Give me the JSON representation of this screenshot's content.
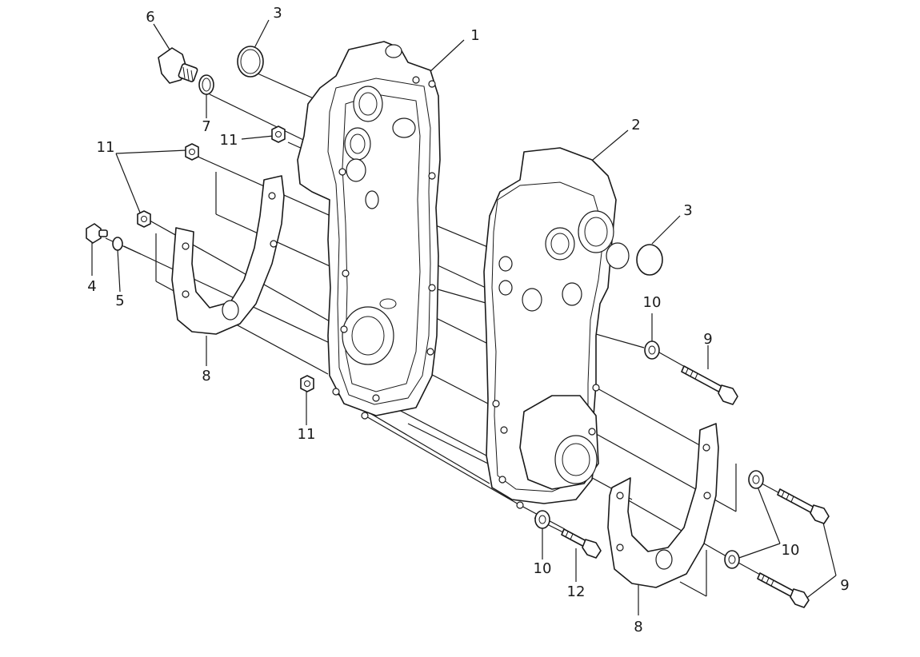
{
  "labels": {
    "l1": "1",
    "l2": "2",
    "l3a": "3",
    "l3b": "3",
    "l4": "4",
    "l5": "5",
    "l6": "6",
    "l7": "7",
    "l8a": "8",
    "l8b": "8",
    "l9a": "9",
    "l9b": "9",
    "l10a": "10",
    "l10b": "10",
    "l10c": "10",
    "l11a": "11",
    "l11b": "11",
    "l11c": "11",
    "l12": "12"
  }
}
